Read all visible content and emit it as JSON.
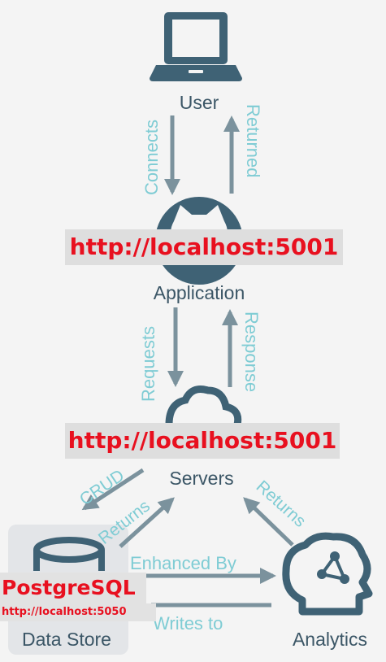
{
  "nodes": {
    "user": {
      "label": "User",
      "icon": "laptop-icon"
    },
    "application": {
      "label": "Application",
      "icon": "github-icon"
    },
    "servers": {
      "label": "Servers",
      "icon": "cloud-icon"
    },
    "data_store": {
      "label": "Data Store",
      "icon": "database-icon"
    },
    "analytics": {
      "label": "Analytics",
      "icon": "brain-icon"
    }
  },
  "edges": {
    "connects": "Connects",
    "returned": "Returned",
    "requests": "Requests",
    "response": "Response",
    "crud": "CRUD",
    "returns_store": "Returns",
    "returns_analytics": "Returns",
    "enhanced_by": "Enhanced By",
    "writes_to": "Writes to"
  },
  "overlays": {
    "application_url": "http://localhost:5001",
    "servers_url": "http://localhost:5001",
    "datastore_name": "PostgreSQL",
    "datastore_url": "http://localhost:5050"
  },
  "colors": {
    "icon": "#3f6275",
    "node_label": "#3b5666",
    "edge_label": "#7fccd4",
    "arrow": "#7b929d",
    "overlay_text": "#e8101f",
    "overlay_bg": "#dedede",
    "datastore_bg": "#e3e5e8"
  }
}
